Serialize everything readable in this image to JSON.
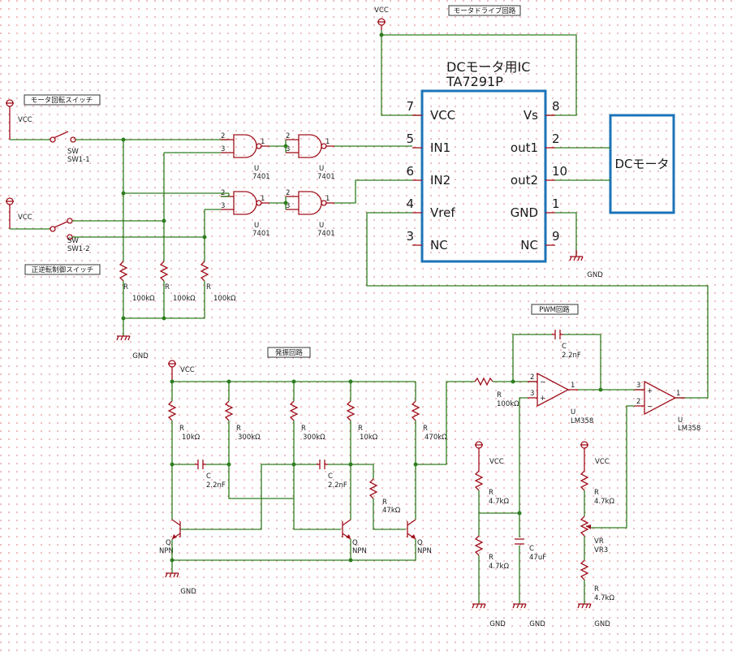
{
  "labels": {
    "motor_drive": "モータドライブ回路",
    "rotation_switch": "モータ回転スイッチ",
    "direction_switch": "正逆転制御スイッチ",
    "oscillator": "発振回路",
    "pwm": "PWM回路"
  },
  "ic": {
    "title1": "DCモータ用IC",
    "title2": "TA7291P",
    "pins_left": [
      {
        "num": "7",
        "name": "VCC"
      },
      {
        "num": "5",
        "name": "IN1"
      },
      {
        "num": "6",
        "name": "IN2"
      },
      {
        "num": "4",
        "name": "Vref"
      },
      {
        "num": "3",
        "name": "NC"
      }
    ],
    "pins_right": [
      {
        "num": "8",
        "name": "Vs"
      },
      {
        "num": "2",
        "name": "out1"
      },
      {
        "num": "10",
        "name": "out2"
      },
      {
        "num": "1",
        "name": "GND"
      },
      {
        "num": "9",
        "name": "NC"
      }
    ]
  },
  "motor": {
    "label": "DCモータ"
  },
  "power": {
    "vcc": "VCC",
    "gnd": "GND"
  },
  "switches": [
    {
      "ref": "SW",
      "name": "SW1-1"
    },
    {
      "ref": "SW",
      "name": "SW1-2"
    }
  ],
  "gates": [
    {
      "ref": "U",
      "part": "7401"
    },
    {
      "ref": "U",
      "part": "7401"
    },
    {
      "ref": "U",
      "part": "7401"
    },
    {
      "ref": "U",
      "part": "7401"
    }
  ],
  "gate_pins": {
    "in_a": "2",
    "in_b": "3",
    "out": "1"
  },
  "pullups": [
    {
      "ref": "R",
      "value": "100kΩ"
    },
    {
      "ref": "R",
      "value": "100kΩ"
    },
    {
      "ref": "R",
      "value": "100kΩ"
    }
  ],
  "osc": {
    "resistors": [
      {
        "ref": "R",
        "value": "10kΩ"
      },
      {
        "ref": "R",
        "value": "300kΩ"
      },
      {
        "ref": "R",
        "value": "300kΩ"
      },
      {
        "ref": "R",
        "value": "10kΩ"
      },
      {
        "ref": "R",
        "value": "470kΩ"
      },
      {
        "ref": "R",
        "value": "47kΩ"
      }
    ],
    "caps": [
      {
        "ref": "C",
        "value": "2.2nF"
      },
      {
        "ref": "C",
        "value": "2.2nF"
      }
    ],
    "transistors": [
      {
        "ref": "Q",
        "type": "NPN"
      },
      {
        "ref": "Q",
        "type": "NPN"
      },
      {
        "ref": "Q",
        "type": "NPN"
      }
    ]
  },
  "pwm_parts": {
    "r_in": {
      "ref": "R",
      "value": "100kΩ"
    },
    "c_fb": {
      "ref": "C",
      "value": "2.2nF"
    },
    "opamp1": {
      "ref": "U",
      "part": "LM358",
      "pin_plus": "3",
      "pin_minus": "2",
      "pin_out": "1"
    },
    "opamp2": {
      "ref": "U",
      "part": "LM358",
      "pin_plus": "3",
      "pin_minus": "2",
      "pin_out": "1"
    },
    "bias_r1": {
      "ref": "R",
      "value": "4.7kΩ"
    },
    "bias_r2": {
      "ref": "R",
      "value": "4.7kΩ"
    },
    "bias_c": {
      "ref": "C",
      "value": "47uF"
    },
    "vr": {
      "ref": "VR",
      "name": "VR3"
    },
    "vr_r1": {
      "ref": "R",
      "value": "4.7kΩ"
    },
    "vr_r2": {
      "ref": "R",
      "value": "4.7kΩ"
    }
  }
}
